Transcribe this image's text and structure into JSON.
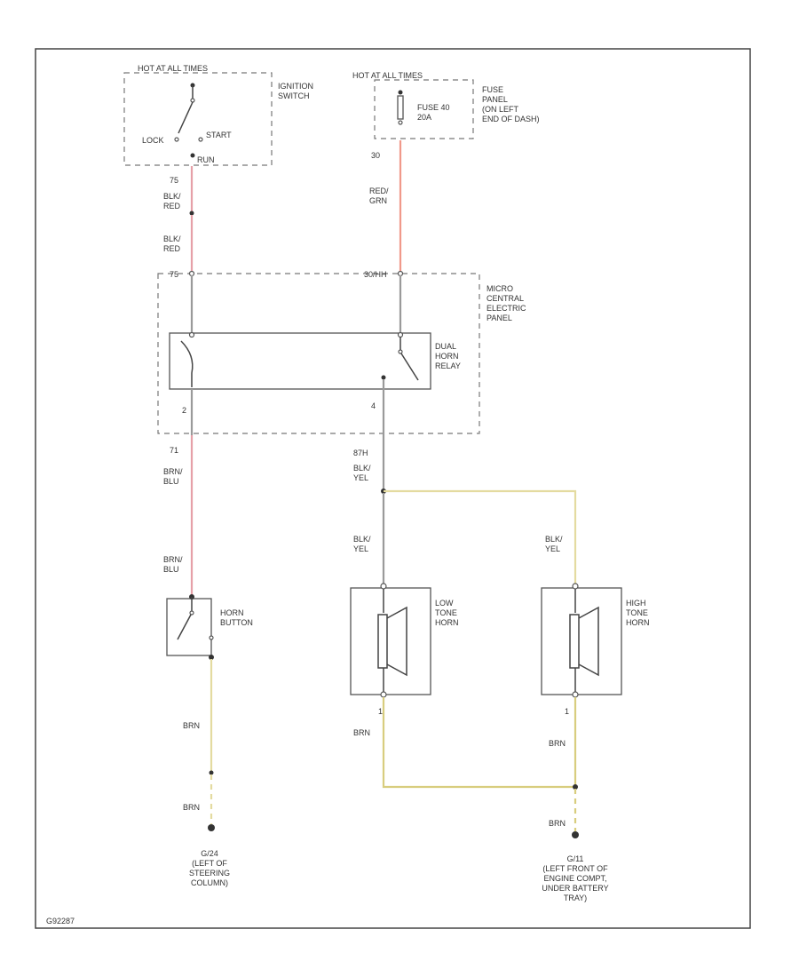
{
  "ignition_switch": {
    "header": "HOT AT ALL TIMES",
    "name": "IGNITION\nSWITCH",
    "lock": "LOCK",
    "start": "START",
    "run": "RUN"
  },
  "fuse_panel": {
    "header": "HOT AT ALL TIMES",
    "fuse": "FUSE 40\n20A",
    "name": "FUSE\nPANEL\n(ON LEFT\nEND OF DASH)"
  },
  "wires": {
    "w75": "75",
    "blk_red_1": "BLK/\nRED",
    "blk_red_2": "BLK/\nRED",
    "w30": "30",
    "red_grn": "RED/\nGRN",
    "pin_75": "75",
    "pin_30": "30/HH",
    "pin_2": "2",
    "pin_4": "4",
    "w71": "71",
    "brn_blu_1": "BRN/\nBLU",
    "brn_blu_2": "BRN/\nBLU",
    "w87h": "87H",
    "blk_yel_1": "BLK/\nYEL",
    "blk_yel_2": "BLK/\nYEL",
    "blk_yel_3": "BLK/\nYEL",
    "brn_1": "BRN",
    "brn_2": "BRN",
    "brn_3": "BRN",
    "brn_4": "BRN",
    "brn_5": "BRN",
    "pin_1a": "1",
    "pin_1b": "1"
  },
  "central_panel": {
    "name": "MICRO\nCENTRAL\nELECTRIC\nPANEL"
  },
  "relay": {
    "name": "DUAL\nHORN\nRELAY"
  },
  "horn_button": {
    "name": "HORN\nBUTTON"
  },
  "low_horn": {
    "name": "LOW\nTONE\nHORN"
  },
  "high_horn": {
    "name": "HIGH\nTONE\nHORN"
  },
  "ground_1": {
    "name": "G/24\n(LEFT OF\nSTEERING\nCOLUMN)"
  },
  "ground_2": {
    "name": "G/11\n(LEFT FRONT OF\nENGINE COMPT,\nUNDER BATTERY\nTRAY)"
  },
  "figure_id": "G92287"
}
